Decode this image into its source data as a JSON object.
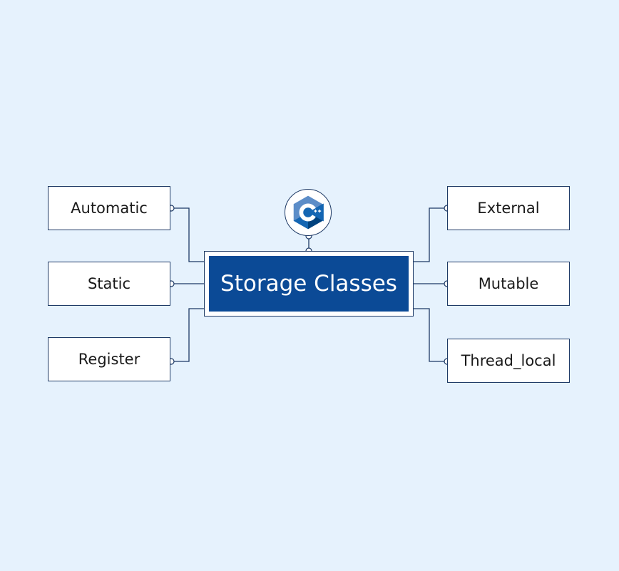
{
  "diagram": {
    "title": "Storage Classes",
    "logo_icon": "cpp-logo-icon",
    "left_nodes": [
      "Automatic",
      "Static",
      "Register"
    ],
    "right_nodes": [
      "External",
      "Mutable",
      "Thread_local"
    ]
  },
  "colors": {
    "background": "#e6f2fd",
    "center_fill": "#0b4a96",
    "line": "#1e3a66",
    "logo_dark": "#00427e",
    "logo_mid": "#1466b3",
    "logo_light": "#5c8dc8"
  }
}
